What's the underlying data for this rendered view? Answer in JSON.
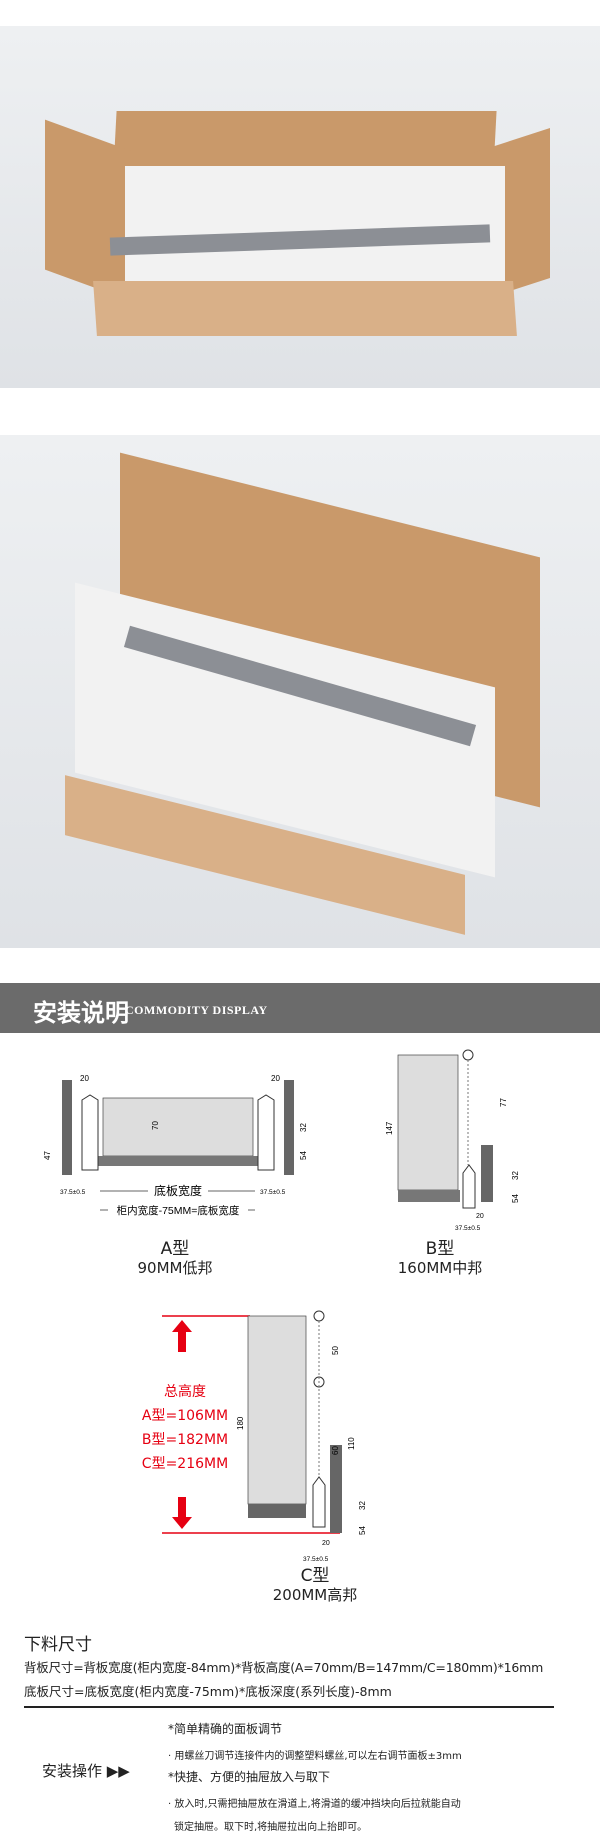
{
  "banner": {
    "title_cn": "安装说明",
    "title_en": "COMMODITY DISPLAY"
  },
  "diagram_a": {
    "type": "A型",
    "desc": "90MM低邦",
    "dims": {
      "side_gap": "20",
      "height": "70",
      "upper": "32",
      "lower": "54",
      "left": "47",
      "tolerance": "37.5±0.5"
    },
    "bottom_label": "底板宽度",
    "formula": "柜内宽度-75MM=底板宽度"
  },
  "diagram_b": {
    "type": "B型",
    "desc": "160MM中邦",
    "dims": {
      "height": "147",
      "top": "77",
      "upper": "32",
      "lower": "54",
      "gap": "20",
      "tolerance": "37.5±0.5"
    }
  },
  "diagram_c": {
    "type": "C型",
    "desc": "200MM高邦",
    "dims": {
      "height": "180",
      "top": "50",
      "mid": "60",
      "right": "110",
      "upper": "32",
      "lower": "54",
      "gap": "20",
      "tolerance": "37.5±0.5"
    },
    "total_height": {
      "title": "总高度",
      "a": "A型=106MM",
      "b": "B型=182MM",
      "c": "C型=216MM"
    }
  },
  "cut_size": {
    "title": "下料尺寸",
    "line1": "背板尺寸=背板宽度(柜内宽度-84mm)*背板高度(A=70mm/B=147mm/C=180mm)*16mm",
    "line2": "底板尺寸=底板宽度(柜内宽度-75mm)*底板深度(系列长度)-8mm"
  },
  "install": {
    "title": "安装操作 ▶▶",
    "items": [
      "*简单精确的面板调节",
      "· 用螺丝刀调节连接件内的调整塑料螺丝,可以左右调节面板±3mm",
      "*快捷、方便的抽屉放入与取下",
      "· 放入时,只需把抽屉放在滑道上,将滑道的缓冲挡块向后拉就能自动",
      "锁定抽屉。取下时,将抽屉拉出向上抬即可。"
    ]
  },
  "colors": {
    "banner": "#6b6b6b",
    "accent_red": "#e60012",
    "cardboard": "#c9996a"
  }
}
